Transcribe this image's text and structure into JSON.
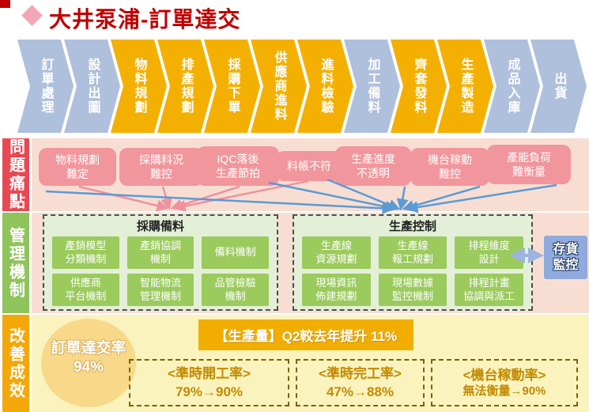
{
  "slide": {
    "title": "大井泵浦-訂單達交"
  },
  "flow": {
    "steps": [
      {
        "label": "訂單處理",
        "color": "#afc0dd"
      },
      {
        "label": "設計出圖",
        "color": "#afc0dd"
      },
      {
        "label": "物料規劃",
        "color": "#f4b000"
      },
      {
        "label": "排產規劃",
        "color": "#f4b000"
      },
      {
        "label": "採購下單",
        "color": "#f4b000"
      },
      {
        "label": "供應商進料",
        "color": "#f4b000"
      },
      {
        "label": "進料檢驗",
        "color": "#f4b000"
      },
      {
        "label": "加工備料",
        "color": "#afc0dd"
      },
      {
        "label": "齊套發料",
        "color": "#f4b000"
      },
      {
        "label": "生產製造",
        "color": "#f4b000"
      },
      {
        "label": "成品入庫",
        "color": "#afc0dd"
      },
      {
        "label": "出貨",
        "color": "#afc0dd"
      }
    ]
  },
  "sections": {
    "problems": {
      "rail": "問題痛點",
      "items": [
        "物料規劃\n難定",
        "採購料況\n難控",
        "IQC落後\n生產節拍",
        "料帳不符",
        "生產進度\n不透明",
        "機台稼動\n難控",
        "產能負荷\n難衡量"
      ]
    },
    "management": {
      "rail": "管理機制",
      "groups": [
        {
          "title": "採購備料",
          "boxes": [
            "產銷模型\n分類機制",
            "產銷協調\n機制",
            "備料機制",
            "供應商\n平台機制",
            "智能物流\n管理機制",
            "品管檢驗\n機制"
          ]
        },
        {
          "title": "生產控制",
          "boxes": [
            "生產線\n資源規劃",
            "生產線\n報工規劃",
            "排程維度\n設計",
            "現場資訊\n佈建規劃",
            "現場數據\n監控機制",
            "排程計畫\n協調與派工"
          ]
        }
      ],
      "side_box": "存貨\n監控"
    },
    "results": {
      "rail": "改善成效",
      "kpi_circle": {
        "label": "訂單達交率",
        "value": "94%"
      },
      "banner": "【生產量】Q2較去年提升 11%",
      "metrics": [
        {
          "name": "<準時開工率>",
          "value": "79%→90%"
        },
        {
          "name": "<準時完工率>",
          "value": "47%→88%"
        },
        {
          "name": "<機台稼動率>",
          "value": "無法衡量→90%"
        }
      ]
    }
  },
  "colors": {
    "title_red": "#c00000",
    "chevron_blue": "#afc0dd",
    "chevron_yellow": "#f4b000",
    "problem_rail": "#e84853",
    "problem_box": "#f1969c",
    "problem_bg": "#f8ded2",
    "manage_rail": "#8fc45b",
    "manage_group_bg": "#e3efd7",
    "manage_box": "#9bca5d",
    "inventory_box": "#8faadc",
    "effect_rail": "#f4a708",
    "effect_bg": "#fbf3be",
    "banner_bg": "#f2ae00",
    "kpi_circle_bg": "#f8d98a",
    "metric_text": "#c28a00",
    "arrow_blue": "#5b9bd5",
    "arrow_pink": "#f0919e"
  }
}
